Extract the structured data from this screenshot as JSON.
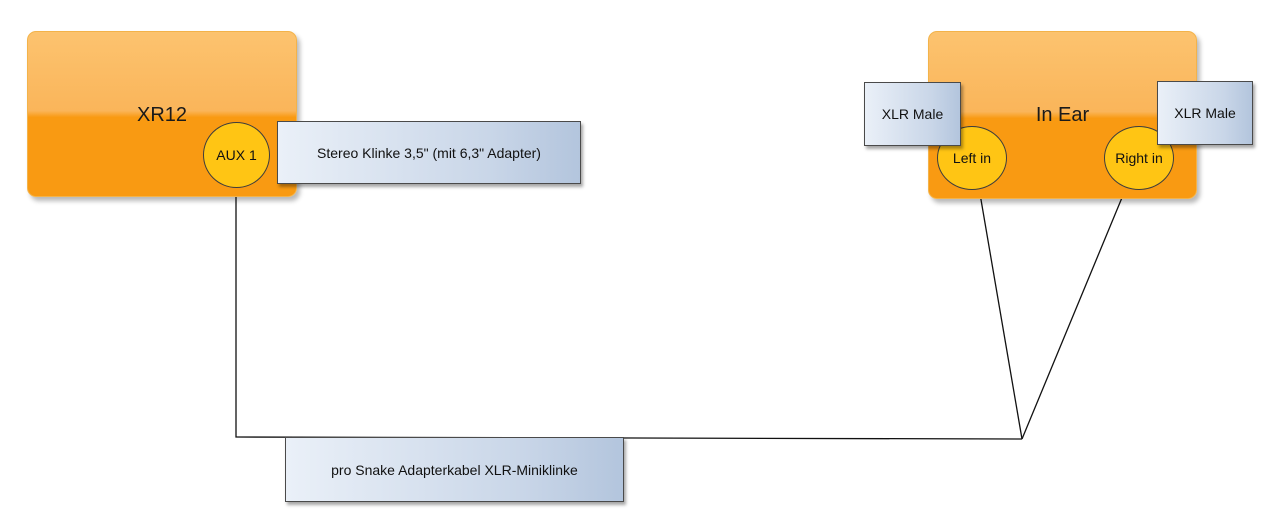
{
  "devices": {
    "mixer": {
      "title": "XR12",
      "port": "AUX 1",
      "port_label": "Stereo Klinke 3,5\" (mit 6,3\" Adapter)"
    },
    "in_ear": {
      "title": "In Ear",
      "left_port": "Left in",
      "right_port": "Right in",
      "left_connector": "XLR Male",
      "right_connector": "XLR Male"
    }
  },
  "cable": {
    "label": "pro Snake Adapterkabel XLR-Miniklinke"
  }
}
